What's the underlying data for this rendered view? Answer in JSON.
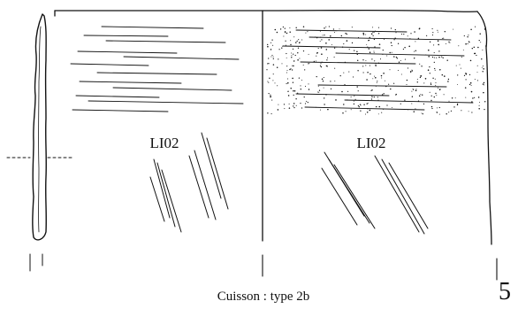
{
  "drawing": {
    "left_label": "LI02",
    "right_label": "LI02",
    "caption": "Cuisson : type 2b",
    "figure_number": "5"
  },
  "colors": {
    "ink": "#111111",
    "background": "#ffffff"
  }
}
